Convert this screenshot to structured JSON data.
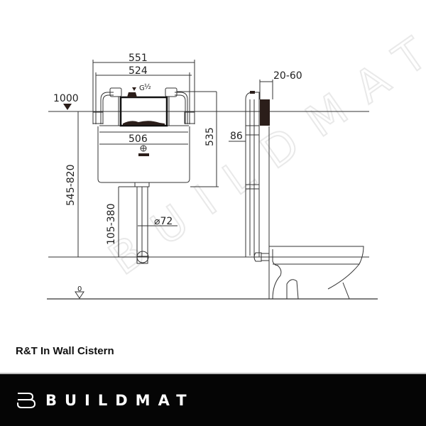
{
  "drawing": {
    "title": "R&T In Wall Cistern",
    "dimensions": {
      "overall_width": "551",
      "frame_width": "524",
      "tank_width": "506",
      "tank_height": "535",
      "install_height": "545-820",
      "pipe_height": "105-380",
      "pipe_diameter": "−72",
      "pipe_diameter_symbol": "⌀",
      "pipe_diameter_value": "72",
      "reference_level": "1000",
      "floor_level": "0",
      "wall_depth": "20-60",
      "cistern_depth": "86",
      "inlet_label": "G",
      "inlet_fraction": "½"
    },
    "watermark": "BUILDMAT"
  },
  "caption": {
    "title": "R&T In Wall Cistern"
  },
  "footer": {
    "brand": "BUILDMAT",
    "background": "#050505",
    "text_color": "#ffffff"
  },
  "colors": {
    "line": "#333333",
    "fill_dark": "#2b1e1a",
    "background": "#ffffff"
  }
}
